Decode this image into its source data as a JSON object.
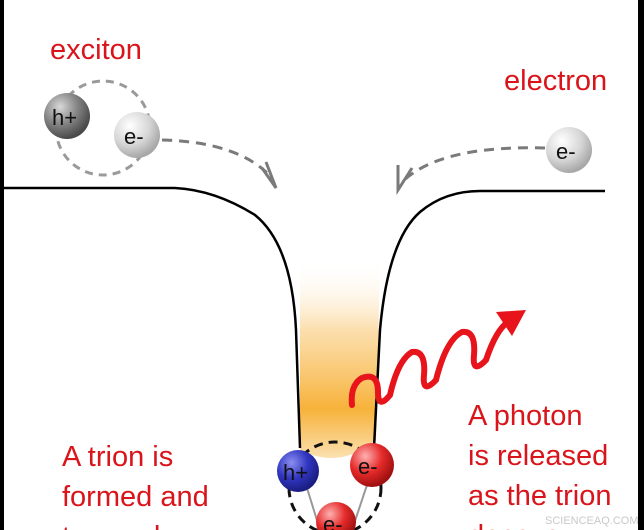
{
  "labels": {
    "exciton": "exciton",
    "electron": "electron",
    "trion_text": [
      "A trion is",
      "formed and",
      "trapped"
    ],
    "photon_text": [
      "A photon",
      "is released",
      "as the trion",
      "decays"
    ]
  },
  "particles": {
    "hole": "h+",
    "electron": "e-"
  },
  "watermark": "SCIENCEAQ.COM",
  "colors": {
    "label_red": "#d9141b",
    "photon_red": "#e8141b",
    "hole_blue": "#2b2fa8",
    "electron_red": "#e52a2a",
    "glow_orange": "#f7b23a"
  }
}
